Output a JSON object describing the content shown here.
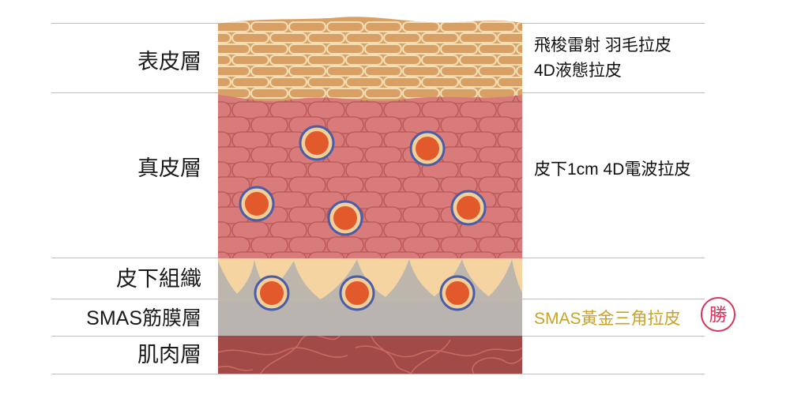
{
  "layers": [
    {
      "id": "epidermis",
      "label": "表皮層"
    },
    {
      "id": "dermis",
      "label": "真皮層"
    },
    {
      "id": "subcutaneous",
      "label": "皮下組織"
    },
    {
      "id": "smas",
      "label": "SMAS筋膜層"
    },
    {
      "id": "muscle",
      "label": "肌肉層"
    }
  ],
  "treatments": {
    "epidermis_line1": "飛梭雷射 羽毛拉皮",
    "epidermis_line2": "4D液態拉皮",
    "dermis": "皮下1cm 4D電波拉皮",
    "smas": "SMAS黃金三角拉皮"
  },
  "badge": "勝",
  "colors": {
    "epidermis": "#d9a066",
    "epidermis_outline": "#f3deb5",
    "dermis": "#d77474",
    "dermis_cell_outline": "#b85757",
    "subcutaneous": "#f5d4a1",
    "fibers": "#bdb6ad",
    "smas": "#b9b4b0",
    "muscle": "#a24a48",
    "muscle_lines": "#c86a5f",
    "dot_fill": "#e25a2c",
    "dot_ring_inner": "#f3d09a",
    "dot_ring_outer": "#4a5ea8",
    "gold_text": "#c9a227",
    "badge": "#d7345c"
  }
}
